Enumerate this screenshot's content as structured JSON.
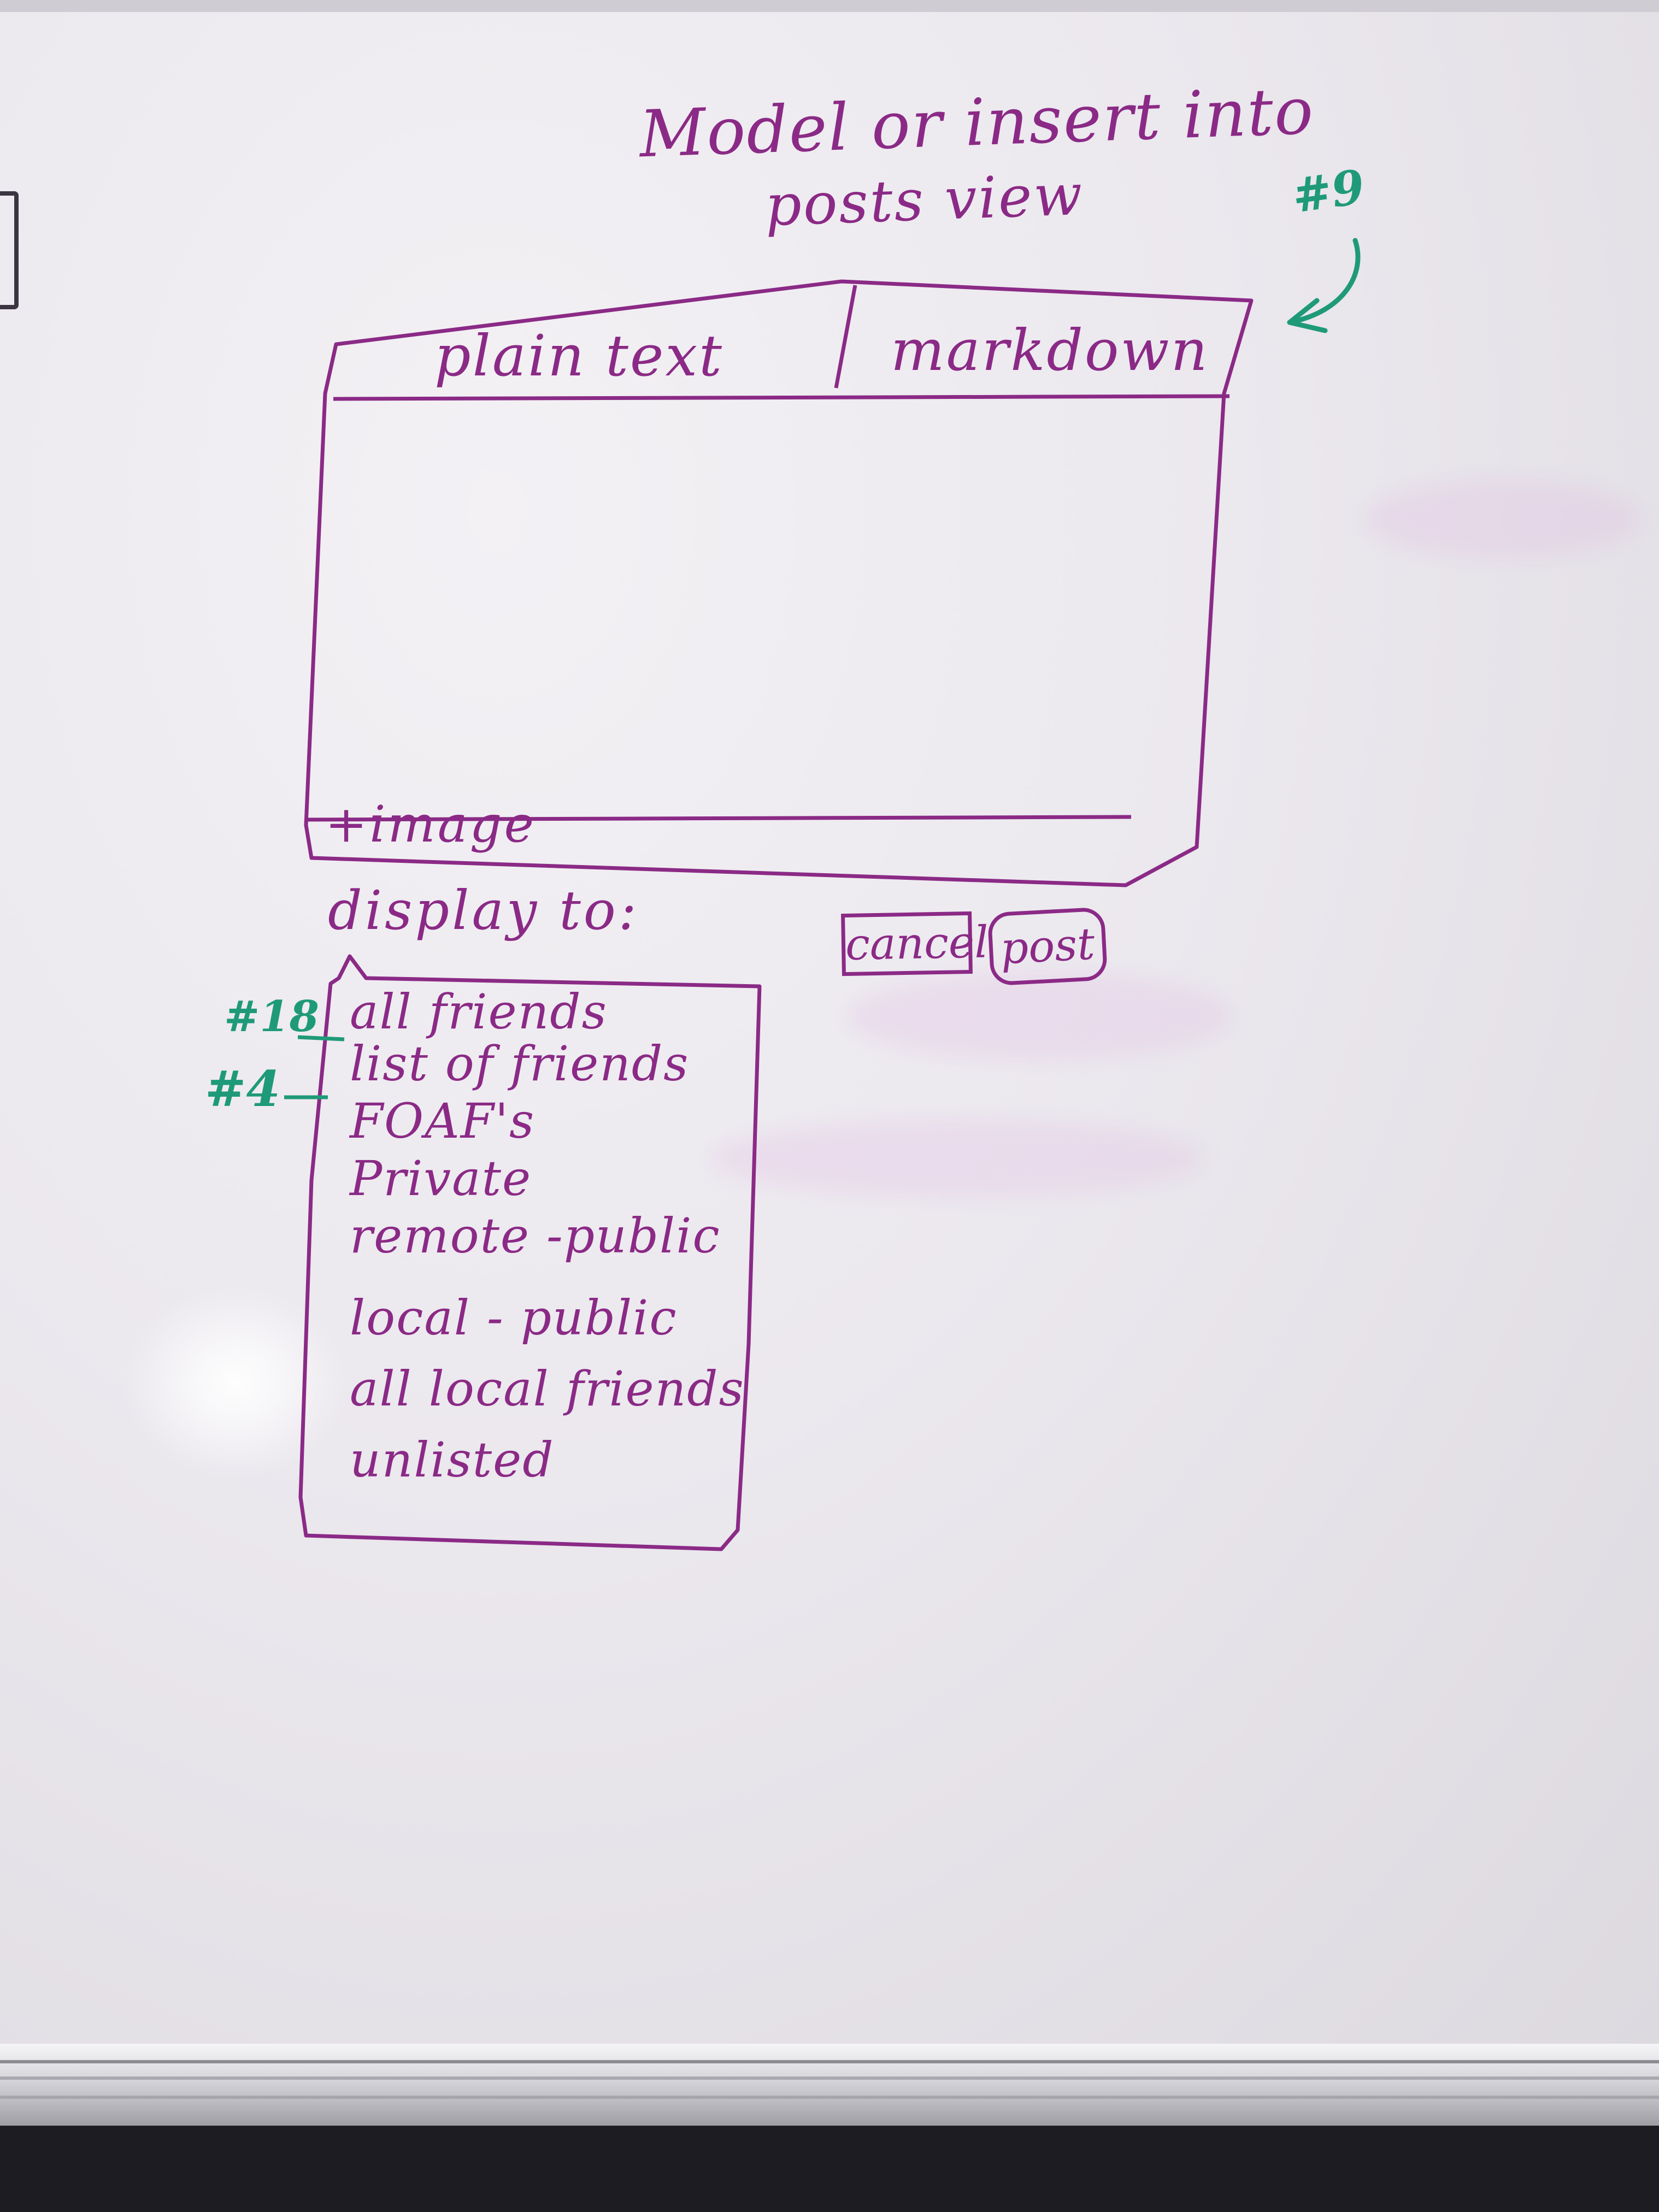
{
  "sketch": {
    "title_line1": "Model or insert into",
    "title_line2": "posts view"
  },
  "editor": {
    "tabs": [
      {
        "label": "plain text"
      },
      {
        "label": "markdown"
      }
    ],
    "image_button": "+image",
    "display_label": "display to:"
  },
  "actions": {
    "cancel_label": "cancel",
    "post_label": "post"
  },
  "visibility_options": [
    "all friends",
    "list of friends",
    "FOAF's",
    "Private",
    "remote -public",
    "local - public",
    "all local friends",
    "unlisted"
  ],
  "annotations": {
    "issue_editor": "#9",
    "issue_all_friends": "#18",
    "issue_list_friends": "#4"
  },
  "colors": {
    "marker_purple": "#8b2a86",
    "marker_green": "#1f9a78",
    "board": "#ebe8ee"
  }
}
